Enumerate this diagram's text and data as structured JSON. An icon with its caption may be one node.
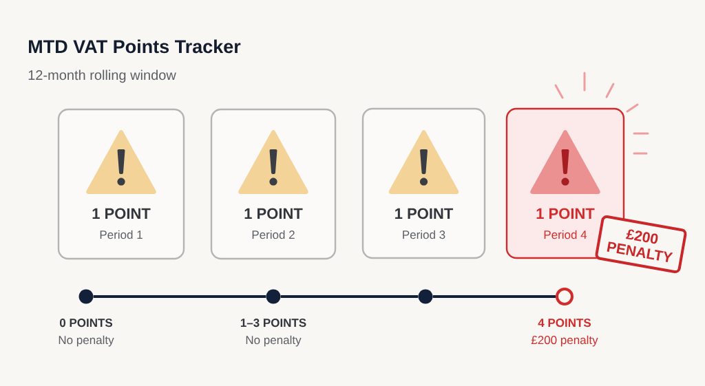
{
  "diagram": {
    "title": "MTD VAT Points Tracker",
    "nodes": [
      {
        "text": [
          "1 POINT",
          "Period 1"
        ]
      },
      {
        "text": [
          "1 POINT",
          "Period 2"
        ]
      },
      {
        "text": [
          "1 POINT",
          "Period 3"
        ]
      },
      {
        "text": [
          "1 POINT",
          "Period 4"
        ]
      },
      {
        "text": [
          "£200 PENALTY"
        ]
      },
      {
        "text": [],
        "shape": "circle",
        "beside": [
          "0 POINTS",
          "No penalty"
        ]
      },
      {
        "text": [],
        "shape": "circle",
        "beside": [
          "1–3 POINTS",
          "No penalty"
        ]
      },
      {
        "text": [],
        "shape": "circle"
      },
      {
        "text": [],
        "shape": "circle",
        "beside": [
          "4 POINTS",
          "£200 penalty"
        ]
      }
    ],
    "edges": [
      {
        "from": 5,
        "to": 6,
        "arrow": "none"
      },
      {
        "from": 6,
        "to": 7,
        "arrow": "none"
      },
      {
        "from": 7,
        "to": 8,
        "arrow": "none"
      }
    ],
    "labels": [
      "12-month rolling window"
    ]
  }
}
